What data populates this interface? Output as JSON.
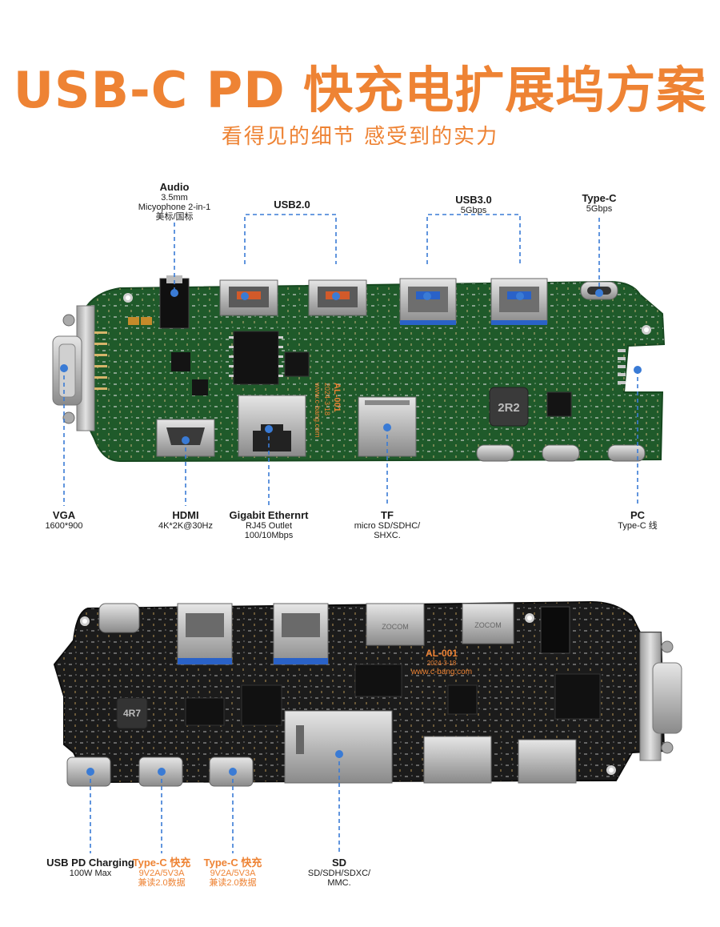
{
  "header": {
    "title": "USB-C PD 快充电扩展坞方案",
    "subtitle": "看得见的细节 感受到的实力"
  },
  "top_board": {
    "silk_model": "AL-001",
    "silk_date": "2024-3-18",
    "silk_url": "www.c-bang.com",
    "inductor_mark": "2R2",
    "labels": {
      "audio": {
        "title": "Audio",
        "line1": "3.5mm",
        "line2": "Micyophone 2-in-1",
        "line3": "美标/国标"
      },
      "usb2": {
        "title": "USB2.0"
      },
      "usb3": {
        "title": "USB3.0",
        "line1": "5Gbps"
      },
      "typec": {
        "title": "Type-C",
        "line1": "5Gbps"
      },
      "vga": {
        "title": "VGA",
        "line1": "1600*900"
      },
      "hdmi": {
        "title": "HDMI",
        "line1": "4K*2K@30Hz"
      },
      "ethernet": {
        "title": "Gigabit Ethernrt",
        "line1": "RJ45 Outlet",
        "line2": "100/10Mbps"
      },
      "tf": {
        "title": "TF",
        "line1": "micro SD/SDHC/",
        "line2": "SHXC."
      },
      "pc": {
        "title": "PC",
        "line1": "Type-C 线"
      }
    }
  },
  "bottom_board": {
    "silk_model": "AL-001",
    "silk_date": "2024-3-18",
    "silk_url": "www.c-bang.com",
    "inductor_mark": "4R7",
    "port_mark": "ZOCOM",
    "labels": {
      "usbpd": {
        "title": "USB PD Charging",
        "line1": "100W Max"
      },
      "typec_fast1": {
        "title": "Type-C 快充",
        "line1": "9V2A/5V3A",
        "line2": "兼读2.0数据"
      },
      "typec_fast2": {
        "title": "Type-C 快充",
        "line1": "9V2A/5V3A",
        "line2": "兼读2.0数据"
      },
      "sd": {
        "title": "SD",
        "line1": "SD/SDH/SDXC/",
        "line2": "MMC."
      }
    }
  },
  "colors": {
    "accent": "#ee8334",
    "pcb_green": "#1f5a2a",
    "pcb_black": "#1b1b1b",
    "leader": "#3a7bd5"
  }
}
